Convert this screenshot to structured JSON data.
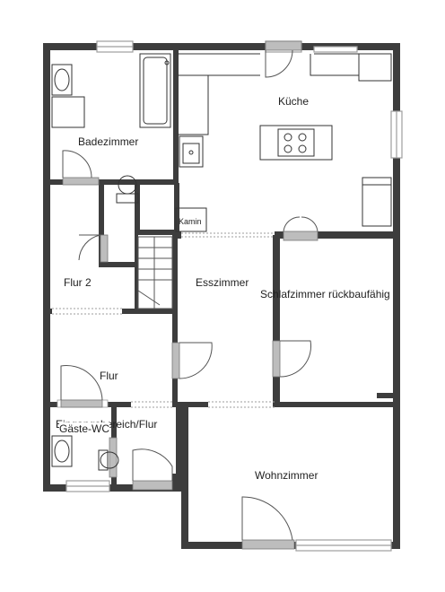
{
  "rooms": {
    "badezimmer": "Badezimmer",
    "kueche": "Küche",
    "kamin": "Kamin",
    "flur2": "Flur 2",
    "esszimmer": "Esszimmer",
    "schlafzimmer": "Schlafzimmer rückbaufähig",
    "flur": "Flur",
    "eingang": "Eingangsbereich/Flur",
    "gaeste_wc": "Gäste-WC",
    "wohnzimmer": "Wohnzimmer"
  },
  "colors": {
    "wall": "#3d3d3d",
    "window": "#9e9e9e",
    "door": "#9e9e9e",
    "fixture": "#333333"
  }
}
